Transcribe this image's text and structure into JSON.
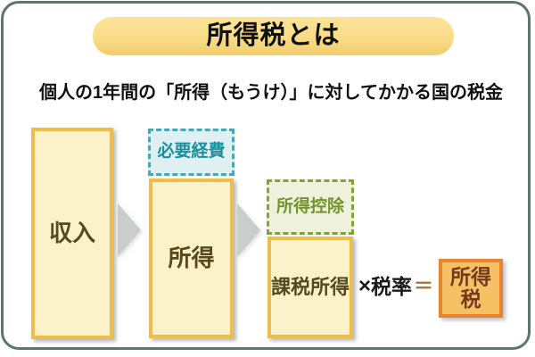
{
  "title": "所得税とは",
  "subtitle": "個人の1年間の「所得（もうけ）」に対してかかる国の税金",
  "flow": {
    "revenue_label": "収入",
    "expenses_label": "必要経費",
    "income_label": "所得",
    "deduction_label": "所得控除",
    "taxable_income_label": "課税所得",
    "multiply": "×",
    "tax_rate_label": "税率",
    "equals": "＝",
    "income_tax_label": "所得税"
  },
  "icons": {
    "flow_arrow": "right-triangle"
  },
  "colors": {
    "frame_border": "#5e7471",
    "banner_gradient_top": "#fbe398",
    "banner_gradient_bottom": "#f3cc6b",
    "solid_box_fill": "#fbf2c9",
    "solid_box_border": "#edbd4d",
    "solid_box_text": "#57481d",
    "expenses_fill": "#dff0f2",
    "expenses_border": "#4ba7b1",
    "expenses_text": "#1b919e",
    "deduction_fill": "#eef2dd",
    "deduction_border": "#84a334",
    "deduction_text": "#73932c",
    "result_fill": "#f6c164",
    "result_border": "#e8842f",
    "result_text": "#733a1e",
    "arrow_gray": "#cbcccc",
    "equals_brown": "#af6d31"
  }
}
